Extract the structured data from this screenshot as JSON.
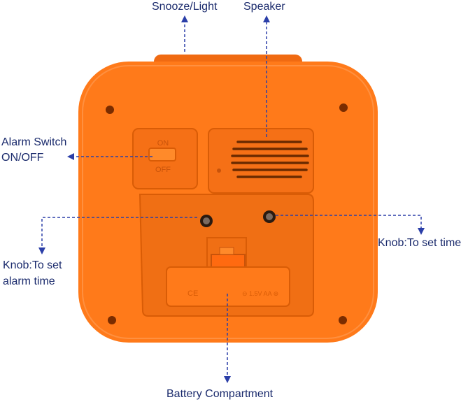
{
  "labels": {
    "snooze_light": "Snooze/Light",
    "speaker": "Speaker",
    "alarm_switch_line1": "Alarm Switch",
    "alarm_switch_line2": "ON/OFF",
    "knob_set_time": "Knob:To set time",
    "knob_alarm_line1": "Knob:To set",
    "knob_alarm_line2": "alarm time",
    "battery": "Battery Compartment"
  },
  "device_markings": {
    "switch_on": "ON",
    "switch_off": "OFF",
    "battery_mark_ce": "CE",
    "battery_mark_right": "⊖ 1.5V AA ⊕"
  },
  "colors": {
    "body": "#ff7a1a",
    "body_dark": "#e8620a",
    "arrow": "#2b3fa8",
    "label_text": "#1a2a6c"
  },
  "icons": [
    "dashed-arrow-icon"
  ]
}
